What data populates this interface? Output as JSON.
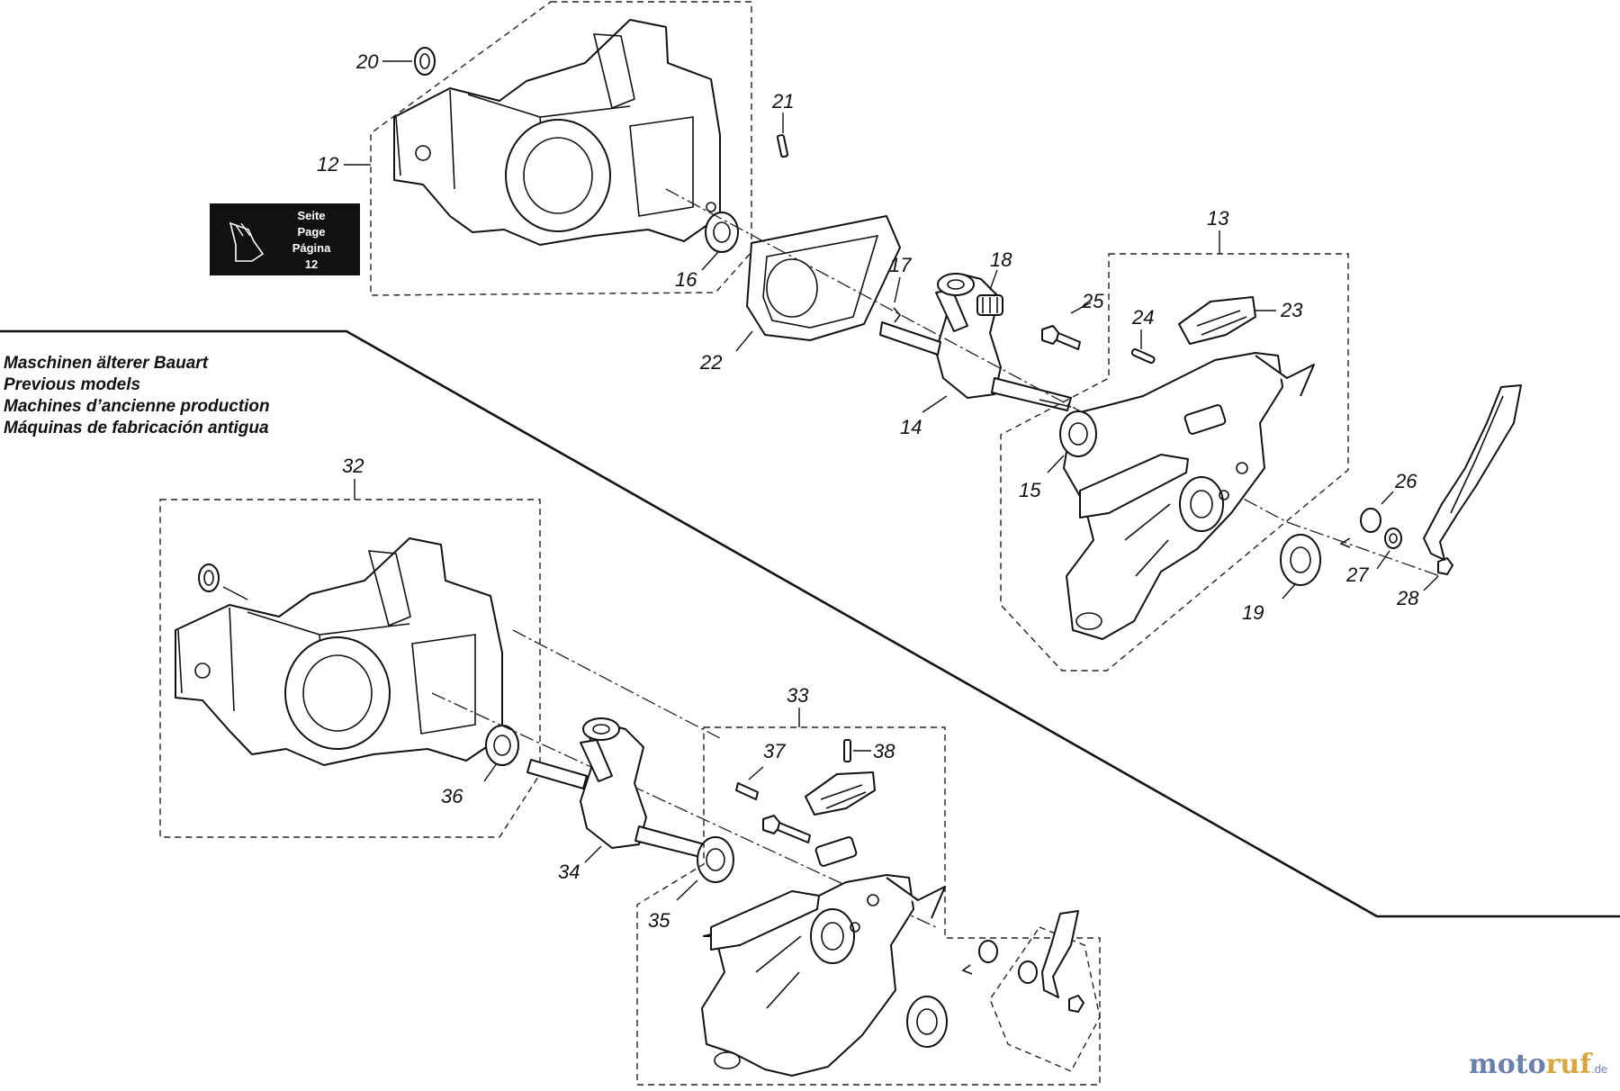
{
  "reference_box": {
    "lines": [
      "Seite",
      "Page",
      "Página",
      "12"
    ]
  },
  "legend": {
    "lines": [
      "Maschinen älterer Bauart",
      "Previous models",
      "Machines d’ancienne production",
      "Máquinas de fabricación antigua"
    ]
  },
  "callouts": {
    "n12": "12",
    "n13": "13",
    "n14": "14",
    "n15": "15",
    "n16": "16",
    "n17": "17",
    "n18": "18",
    "n19": "19",
    "n20": "20",
    "n21": "21",
    "n22": "22",
    "n23": "23",
    "n24": "24",
    "n25": "25",
    "n26": "26",
    "n27": "27",
    "n28": "28",
    "n32": "32",
    "n33": "33",
    "n34": "34",
    "n35": "35",
    "n36": "36",
    "n37": "37",
    "n38": "38"
  },
  "watermark": {
    "part1": "moto",
    "part2": "ruf",
    "part3": ".de"
  }
}
